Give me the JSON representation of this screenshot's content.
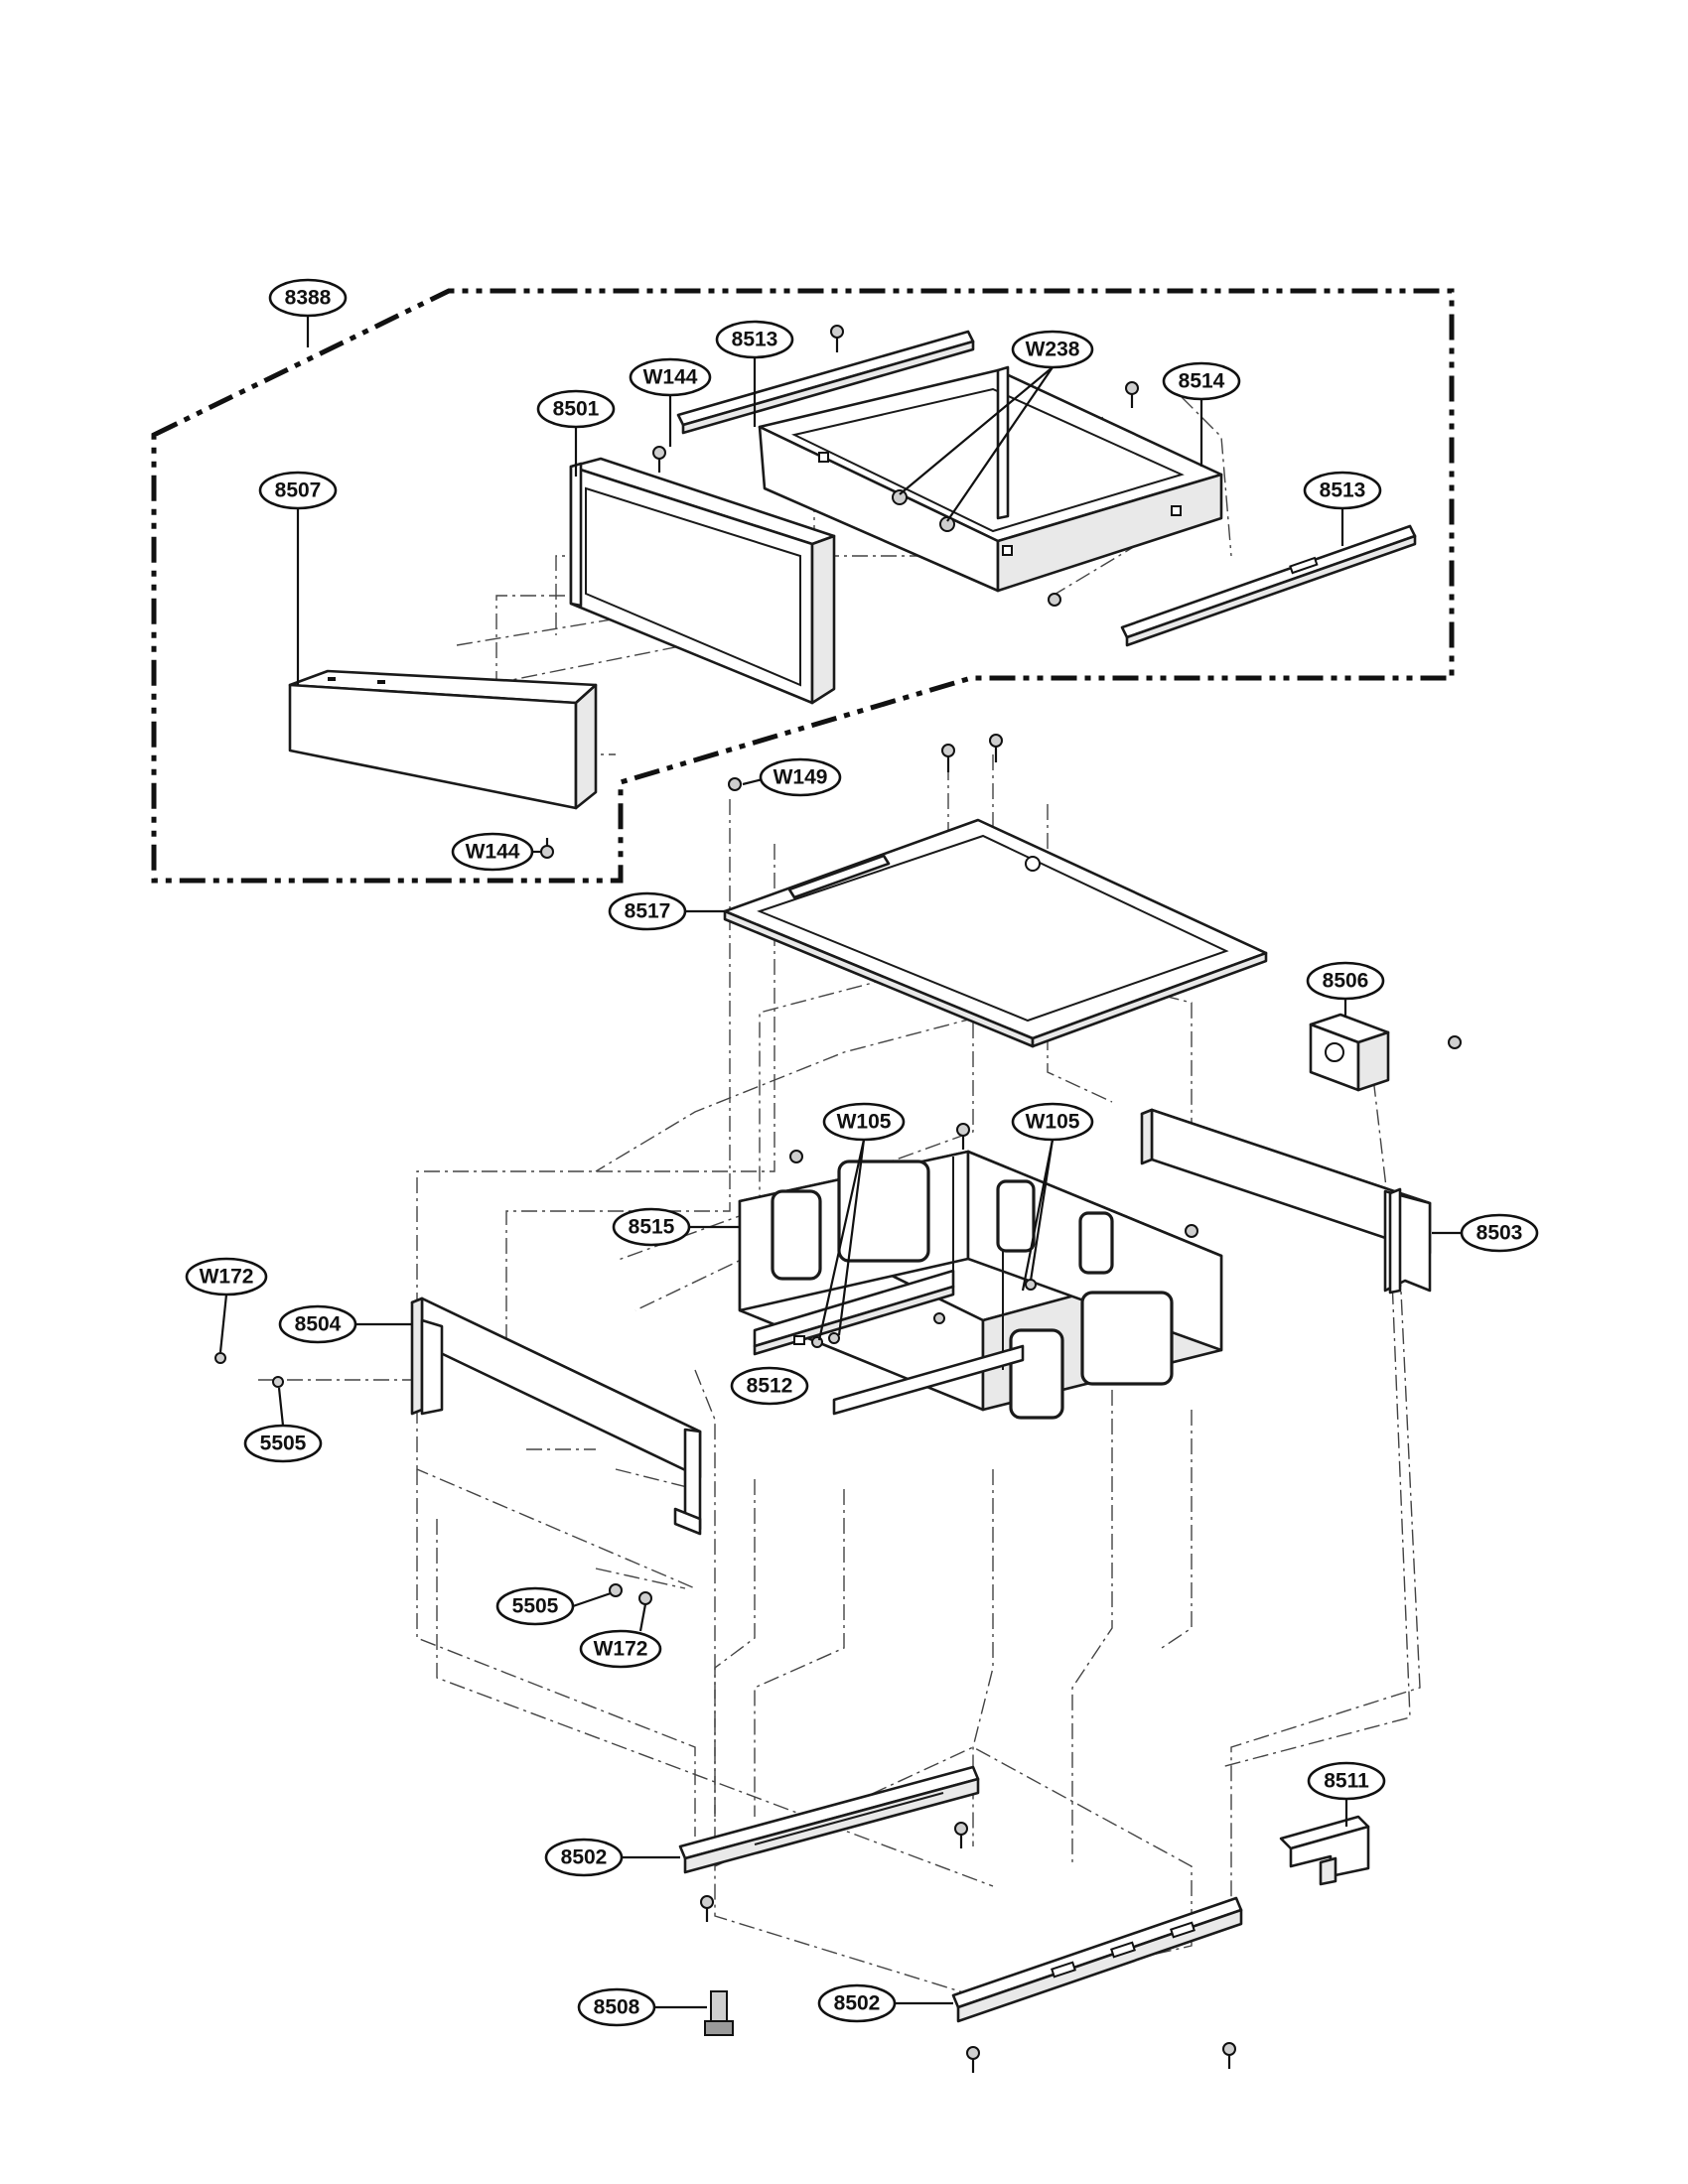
{
  "diagram": {
    "callouts": {
      "c8388": "8388",
      "c8513_top": "8513",
      "cW238": "W238",
      "cW144_top": "W144",
      "c8514": "8514",
      "c8501": "8501",
      "c8513_right": "8513",
      "c8507": "8507",
      "cW149": "W149",
      "cW144_bottom": "W144",
      "c8517": "8517",
      "c8506": "8506",
      "cW105_left": "W105",
      "cW105_right": "W105",
      "c8515": "8515",
      "c8503": "8503",
      "cW172_top": "W172",
      "c8504": "8504",
      "c8512": "8512",
      "c5505_top": "5505",
      "c5505_bottom": "5505",
      "cW172_bottom": "W172",
      "c8511": "8511",
      "c8502_left": "8502",
      "c8502_right": "8502",
      "c8508": "8508"
    }
  }
}
